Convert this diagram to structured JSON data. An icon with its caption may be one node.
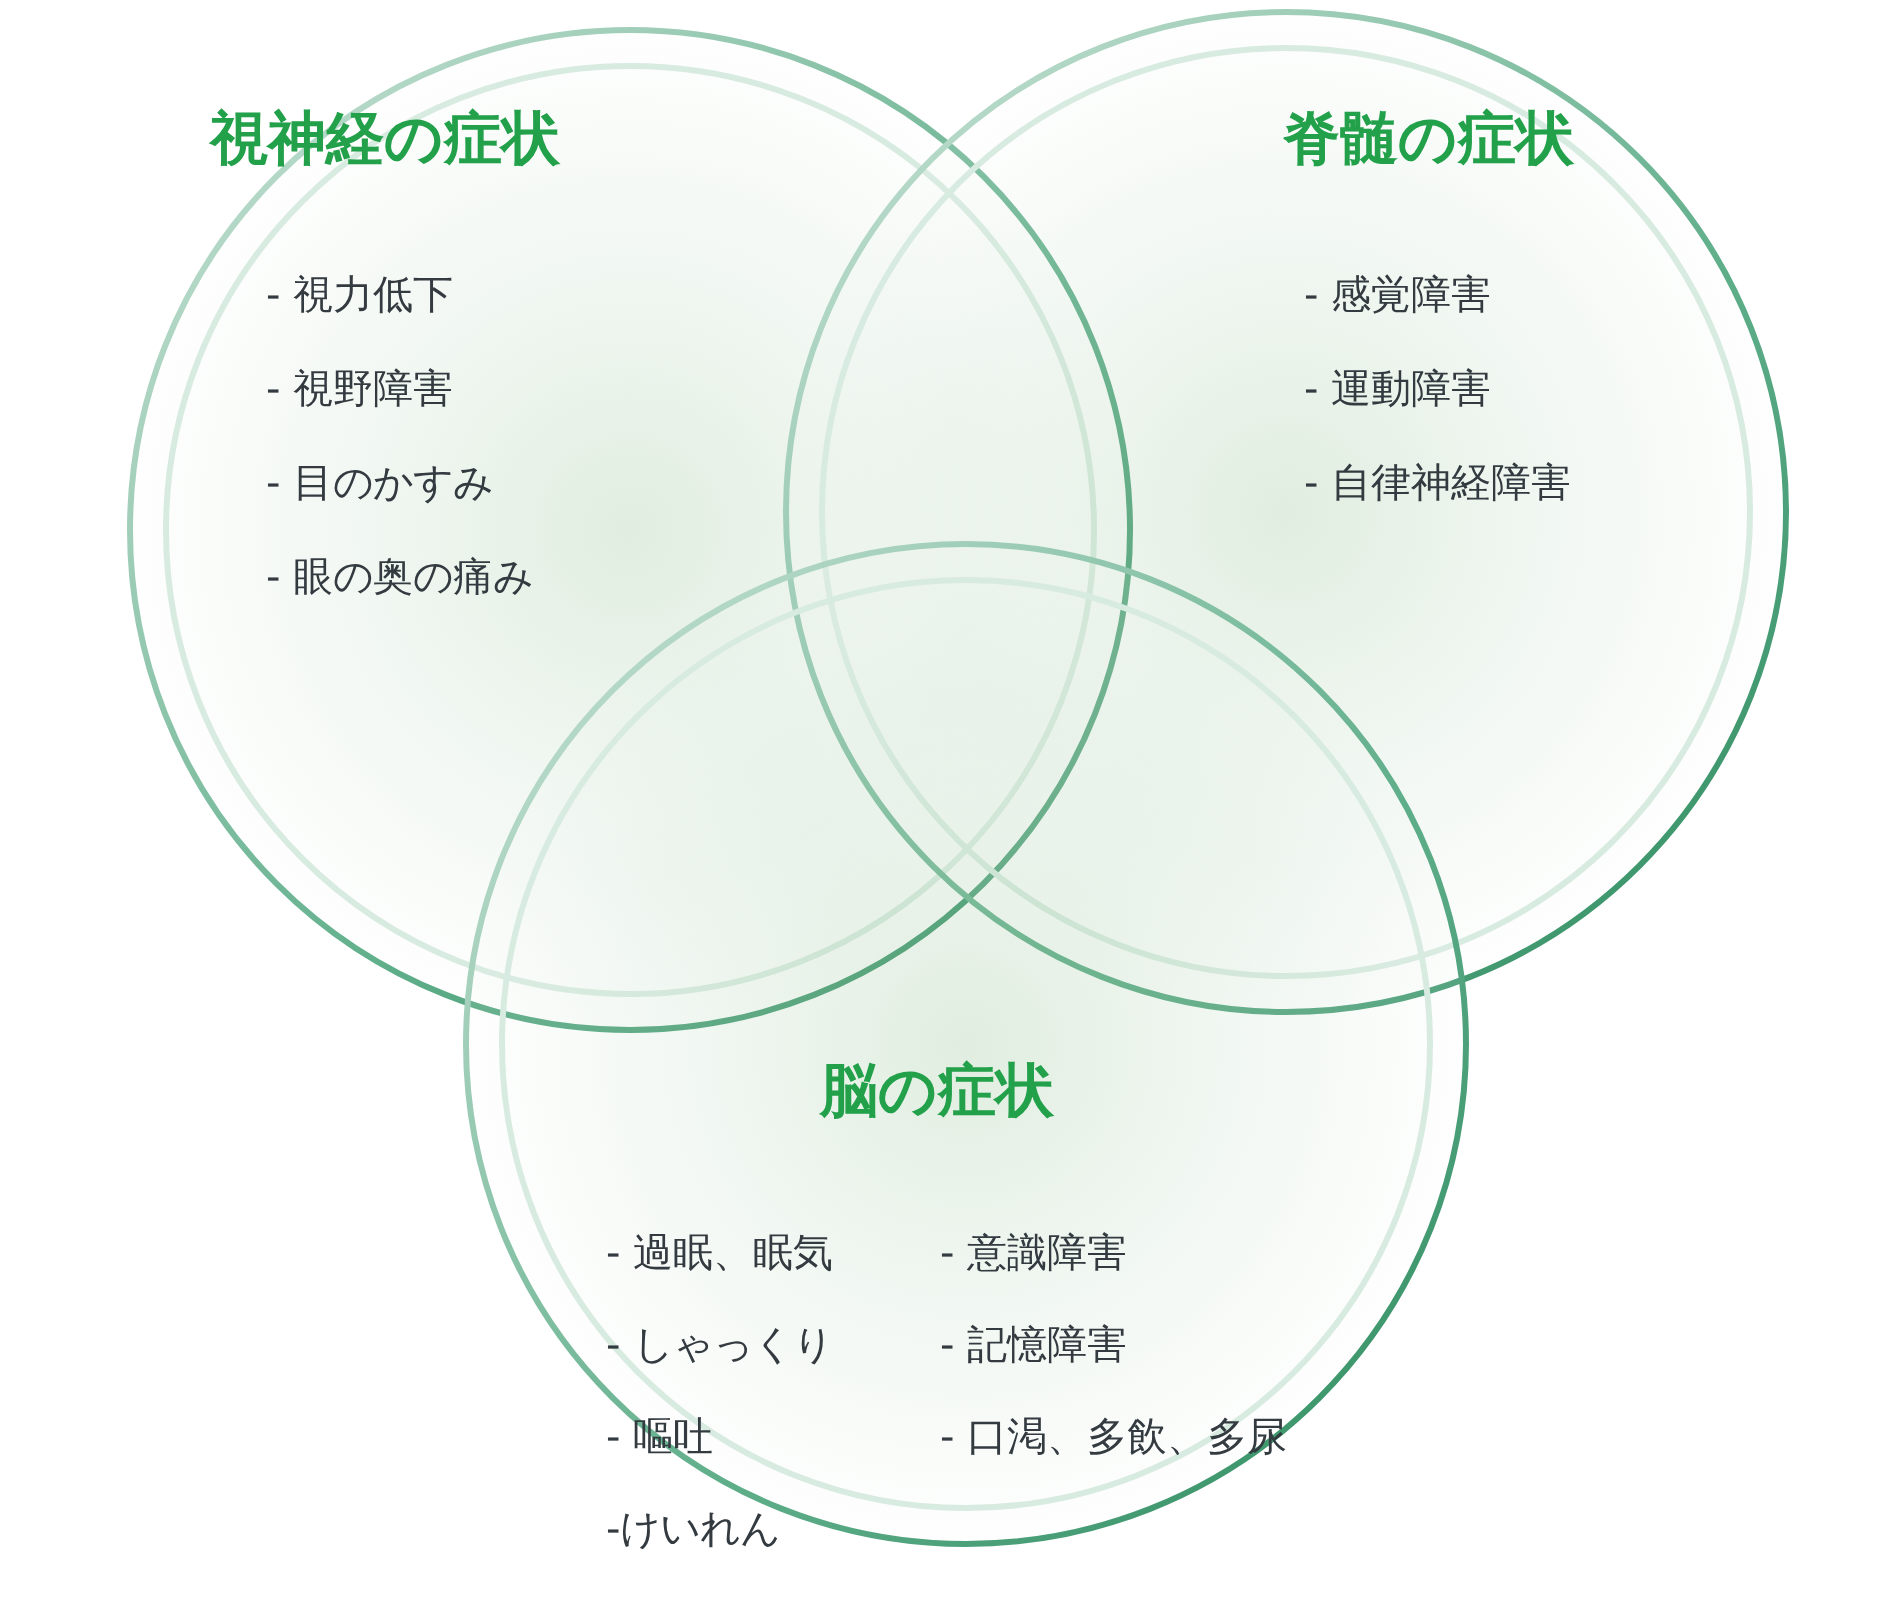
{
  "diagram": {
    "nodes": [
      {
        "text": [
          "視神経の症状",
          "- 視力低下",
          "- 視野障害",
          "- 目のかすみ",
          "- 眼の奥の痛み"
        ]
      },
      {
        "text": [
          "脊髄の症状",
          "- 感覚障害",
          "- 運動障害",
          "- 自律神経障害"
        ]
      },
      {
        "text": [
          "脳の症状",
          "- 過眠、眠気",
          "- しゃっくり",
          "- 嘔吐",
          "-けいれん",
          "- 意識障害",
          "- 記憶障害",
          "- 口渇、多飲、多尿"
        ]
      }
    ]
  }
}
